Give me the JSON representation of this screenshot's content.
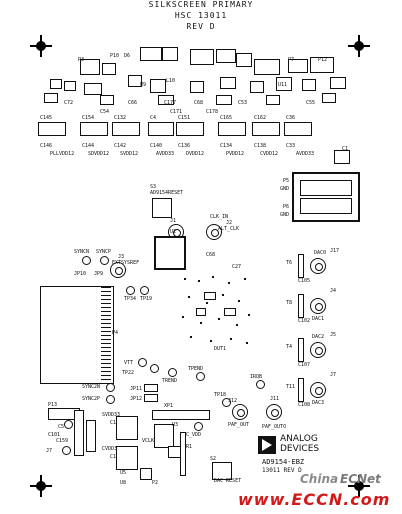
{
  "header": {
    "line1": "SILKSCREEN PRIMARY",
    "line2": "HSC 13011",
    "line3": "REV D"
  },
  "top_labels": {
    "p3": "P3",
    "p10": "P10",
    "d6": "D6",
    "p7": "P7",
    "p12": "P12",
    "c72": "C72",
    "c66": "C66",
    "c177": "C177",
    "c68": "C68",
    "c53": "C53",
    "c55": "C55",
    "c54": "C54",
    "c171": "C171",
    "c178": "C178",
    "u9": "U9",
    "u11": "U11",
    "l10": "L10"
  },
  "supply_caps": [
    {
      "ref": "C145",
      "label": "C146",
      "net": "PLLVDD12"
    },
    {
      "ref": "C154",
      "label": "C144",
      "net": "SDVDD12"
    },
    {
      "ref": "C132",
      "label": "C142",
      "net": "SVDD12"
    },
    {
      "ref": "C4",
      "label": "C140",
      "net": "AVDD33"
    },
    {
      "ref": "C151",
      "label": "C136",
      "net": "DVDD12"
    },
    {
      "ref": "C165",
      "label": "C134",
      "net": "PVDD12"
    },
    {
      "ref": "C162",
      "label": "C138",
      "net": "CVDD12"
    },
    {
      "ref": "C36",
      "label": "C33",
      "net": "AVDD33"
    }
  ],
  "right_labels": {
    "c1": "C1",
    "p5": "P5",
    "gnd": "GND",
    "p6": "P6"
  },
  "mid": {
    "s3": "S3",
    "reset": "AD9154RESET",
    "clkin": "CLK_IN",
    "j1": "J1",
    "j2": "J2",
    "altclk": "ALT_CLK",
    "u2": "U2",
    "c68b": "C68",
    "c27": "C27",
    "sync": "SYNCN",
    "syncp": "SYNCP",
    "jp10": "JP10",
    "jp9": "JP9",
    "j3": "J3",
    "extsysref": "EXTSYSREF",
    "tp34": "TP34",
    "tp19": "TP19",
    "p4": "P4",
    "dut1": "DUT1",
    "vtt": "VTT",
    "tp22": "TP22",
    "tp23": "TP23",
    "tpend": "TPEND",
    "trend": "TREND",
    "jp11": "JP11",
    "jp12": "JP12",
    "sync2n": "SYNC2N",
    "sync2p": "SYNC2P",
    "j11": "J11",
    "j12": "J12",
    "j13": "J13",
    "irqb": "IRQB",
    "pafout": "PAF_OUT",
    "pafouto": "PAF_OUTO",
    "p13": "P13",
    "xp1": "XP1",
    "u3": "U3",
    "tp18": "TP18",
    "picvdd": "PIC_VDD",
    "vcr1": "VCR1",
    "vclk": "VCLK",
    "c5": "C5",
    "c6": "C6",
    "c101": "C101",
    "c159": "C159",
    "j7": "J7",
    "svdd33": "SVDD33",
    "c163": "C163",
    "c164": "C164",
    "cvdd33": "CVDD33",
    "p2": "P2",
    "u8": "U8",
    "u5": "U5",
    "s2": "S2",
    "dacreset": "DAC RESET"
  },
  "dac_outputs": [
    {
      "t": "T6",
      "c": "C105",
      "dac": "DAC0",
      "j": "J17"
    },
    {
      "t": "T8",
      "c": "C102",
      "dac": "DAC1",
      "j": "J4"
    },
    {
      "t": "T4",
      "c": "C107",
      "dac": "DAC2",
      "j": "J5"
    },
    {
      "t": "T11",
      "c": "C108",
      "dac": "DAC3",
      "j": "J7"
    }
  ],
  "logo": {
    "line1": "ANALOG",
    "line2": "DEVICES",
    "board": "AD9154-EBZ",
    "rev": "13011 REV D"
  },
  "watermark": {
    "china": "China",
    "ecnet": "ECNet",
    "url": "www.ECCN.com"
  }
}
